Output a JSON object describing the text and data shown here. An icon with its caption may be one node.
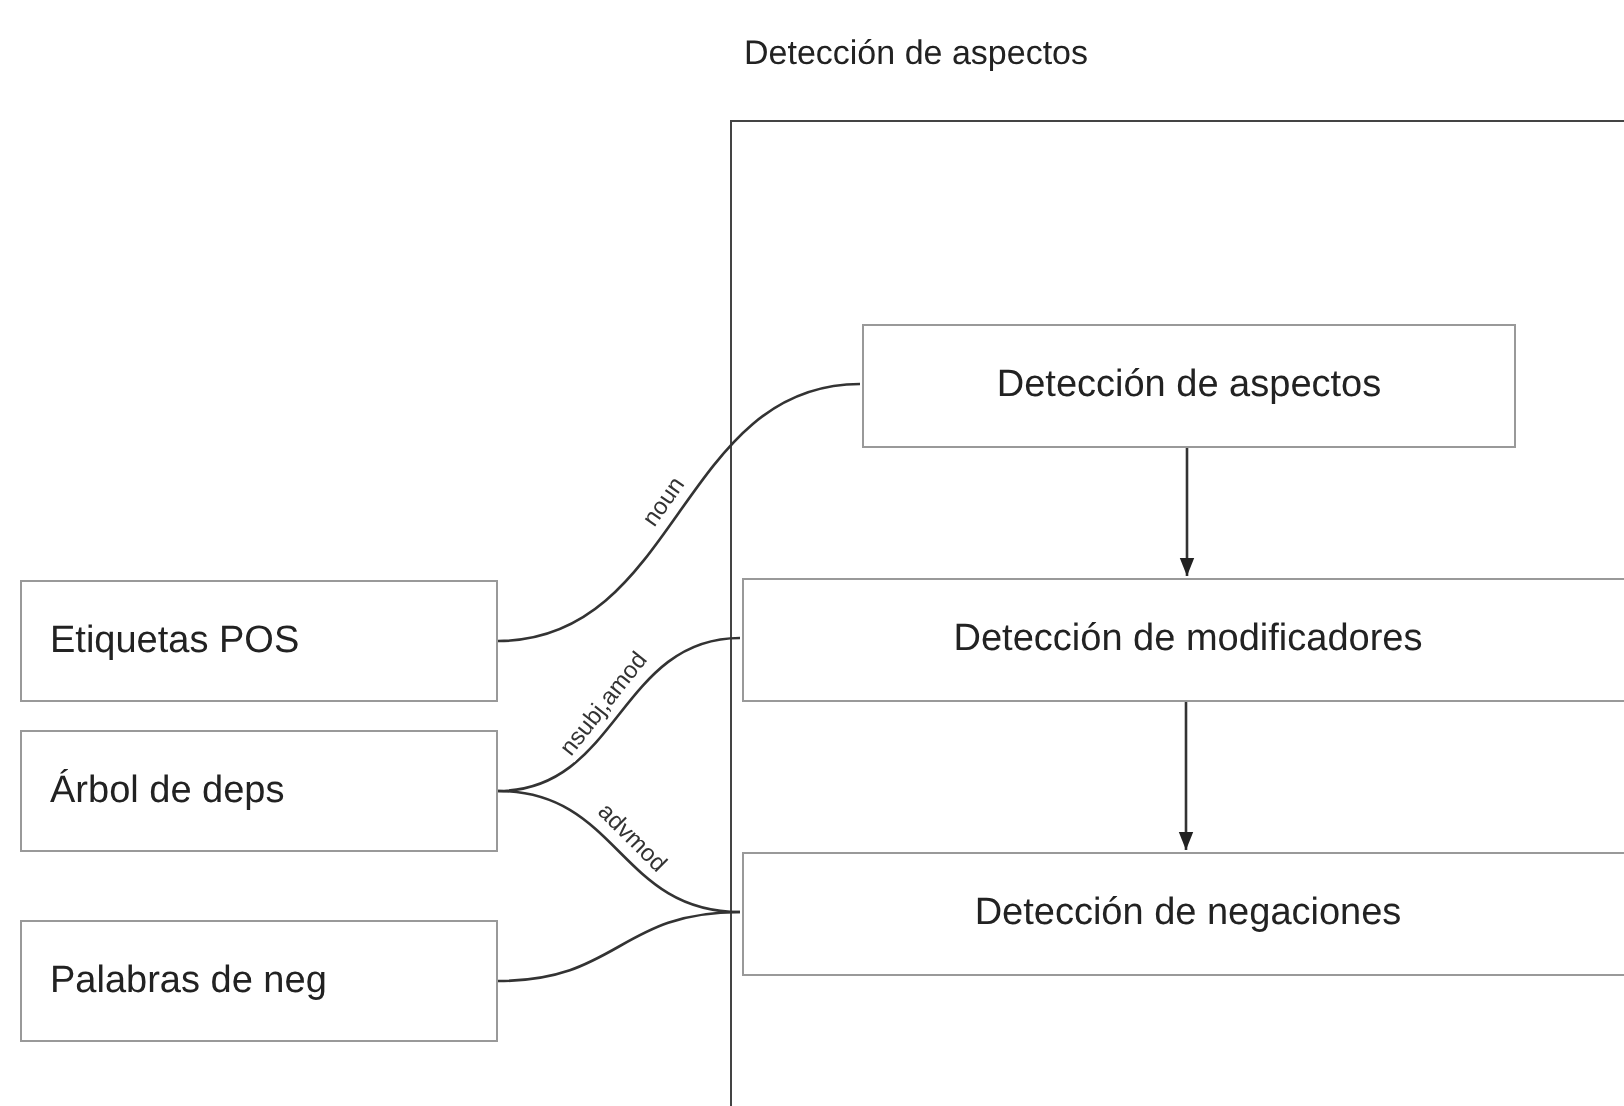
{
  "diagram": {
    "nodes": [
      {
        "text": [
          "Detección de aspectos"
        ]
      },
      {
        "text": [
          "Detección de aspectos"
        ],
        "in": 0
      },
      {
        "text": [
          "Detección de modificadores"
        ],
        "in": 0
      },
      {
        "text": [
          "Detección de negaciones"
        ],
        "in": 0
      },
      {
        "text": [
          "Etiquetas POS"
        ]
      },
      {
        "text": [
          "Árbol de deps"
        ]
      },
      {
        "text": [
          "Palabras de neg"
        ]
      }
    ],
    "edges": [
      {
        "from": 4,
        "to": 1,
        "arrow": "none",
        "label": "noun"
      },
      {
        "from": 5,
        "to": 2,
        "arrow": "none",
        "label": "nsubj,amod"
      },
      {
        "from": 5,
        "to": 3,
        "arrow": "none",
        "label": "advmod"
      },
      {
        "from": 6,
        "to": 3,
        "arrow": "none"
      },
      {
        "from": 1,
        "to": 2,
        "arrow": "to"
      },
      {
        "from": 2,
        "to": 3,
        "arrow": "to"
      }
    ]
  }
}
